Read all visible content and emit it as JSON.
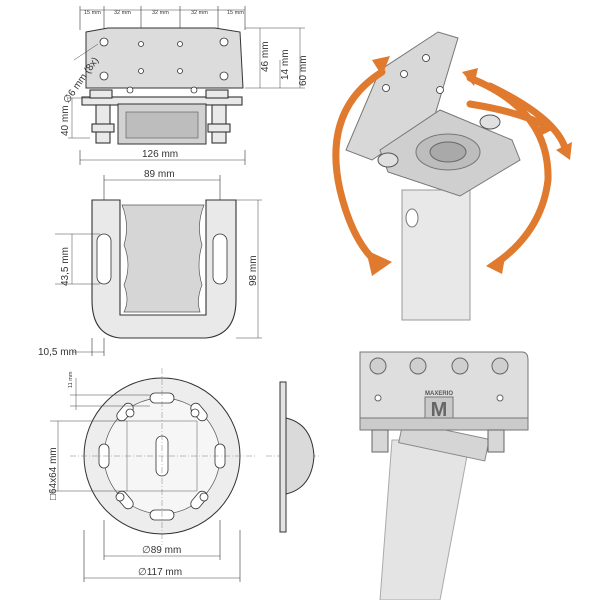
{
  "top_view": {
    "dims_top": [
      "15 mm",
      "32 mm",
      "32 mm",
      "32 mm",
      "15 mm"
    ],
    "hole_label": "∅6 mm (8x)",
    "height_46": "46 mm",
    "height_14": "14 mm",
    "height_60": "60 mm",
    "height_40": "40 mm",
    "width_126": "126 mm"
  },
  "front_view": {
    "width_89": "89 mm",
    "slot_43_5": "43,5 mm",
    "height_98": "98 mm",
    "offset_10_5": "10,5 mm"
  },
  "bottom_view": {
    "offset_11": "11 mm",
    "square_64": "□64x64 mm",
    "dia_89": "∅89 mm",
    "dia_117": "∅117 mm"
  },
  "product": {
    "brand": "MAXERIO",
    "logo_letter": "M"
  },
  "colors": {
    "accent_orange": "#e07a2e",
    "plate_grey": "#dcdcdc"
  }
}
